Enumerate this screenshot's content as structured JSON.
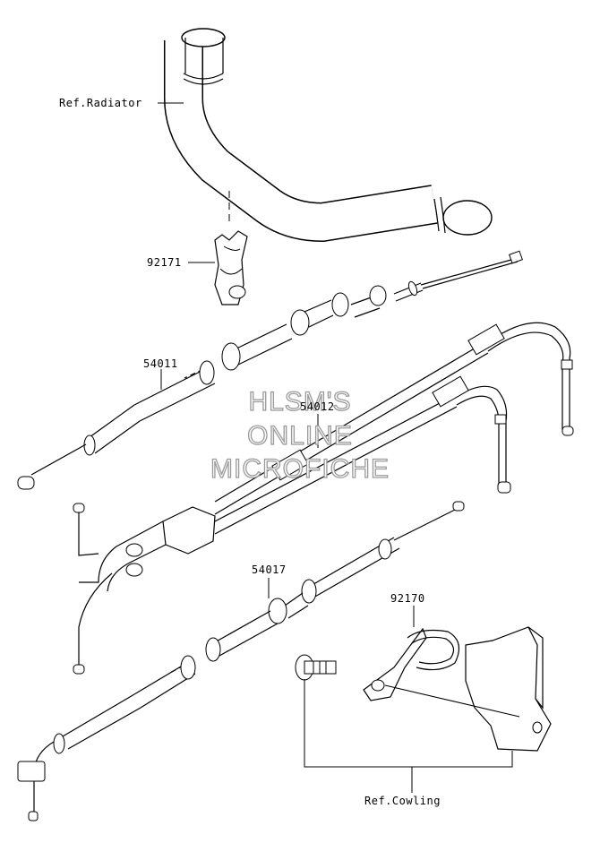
{
  "labels": {
    "ref_radiator": "Ref.Radiator",
    "part_92171": "92171",
    "part_54011": "54011",
    "part_54012": "54012",
    "part_54017": "54017",
    "part_92170": "92170",
    "ref_cowling": "Ref.Cowling"
  },
  "watermark": {
    "line1": "HLSM'S",
    "line2": "ONLINE",
    "line3": "MICROFICHE"
  }
}
